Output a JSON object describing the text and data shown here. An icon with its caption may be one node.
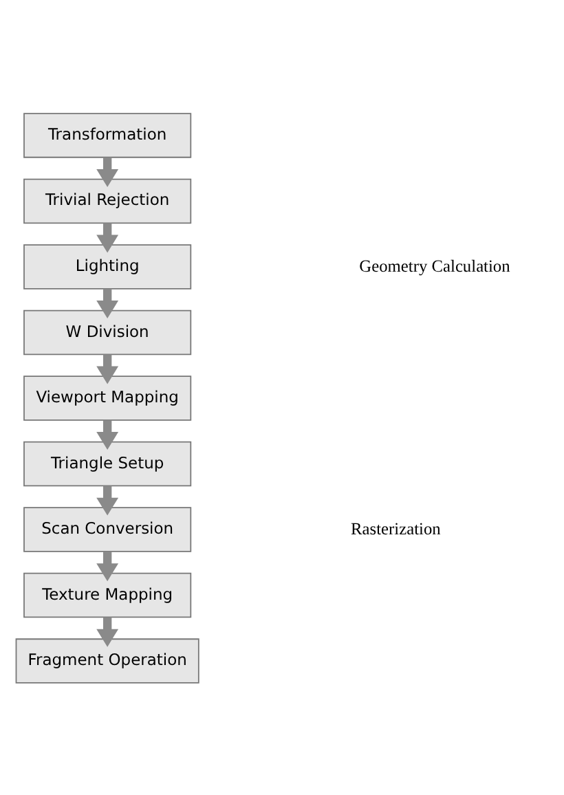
{
  "diagram": {
    "nodes": [
      {
        "text": [
          "Transformation"
        ]
      },
      {
        "text": [
          "Trivial Rejection"
        ]
      },
      {
        "text": [
          "Lighting"
        ]
      },
      {
        "text": [
          "W Division"
        ]
      },
      {
        "text": [
          "Viewport Mapping"
        ]
      },
      {
        "text": [
          "Triangle Setup"
        ]
      },
      {
        "text": [
          "Scan Conversion"
        ]
      },
      {
        "text": [
          "Texture Mapping"
        ]
      },
      {
        "text": [
          "Fragment Operation"
        ]
      }
    ],
    "edges": [
      {
        "from": 0,
        "to": 1,
        "arrow": "to"
      },
      {
        "from": 1,
        "to": 2,
        "arrow": "to"
      },
      {
        "from": 2,
        "to": 3,
        "arrow": "to"
      },
      {
        "from": 3,
        "to": 4,
        "arrow": "to"
      },
      {
        "from": 4,
        "to": 5,
        "arrow": "to"
      },
      {
        "from": 5,
        "to": 6,
        "arrow": "to"
      },
      {
        "from": 6,
        "to": 7,
        "arrow": "to"
      },
      {
        "from": 7,
        "to": 8,
        "arrow": "to"
      }
    ],
    "labels": [
      "Geometry Calculation",
      "Rasterization"
    ]
  }
}
